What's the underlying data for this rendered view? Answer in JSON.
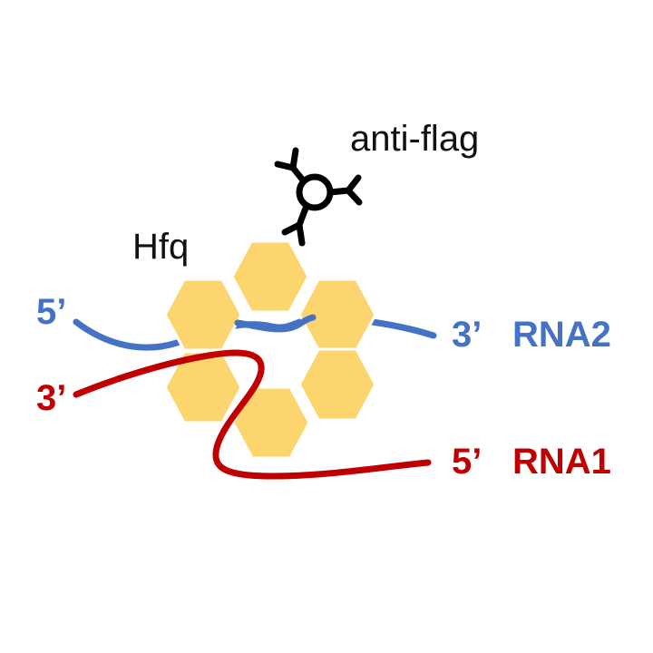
{
  "labels": {
    "antibody": "anti-flag",
    "protein": "Hfq",
    "rna2_five_prime": "5’",
    "rna2_three_prime": "3’",
    "rna2_name": "RNA2",
    "rna1_three_prime": "3’",
    "rna1_five_prime": "5’",
    "rna1_name": "RNA1"
  },
  "colors": {
    "hfq_hexagon": "#FDD56E",
    "rna2": "#4472C4",
    "rna1": "#C00000",
    "antibody": "#000000",
    "text": "#111111"
  },
  "icons": {
    "antibody": "antibody-y-shape-icon",
    "hfq": "hexamer-ring"
  }
}
